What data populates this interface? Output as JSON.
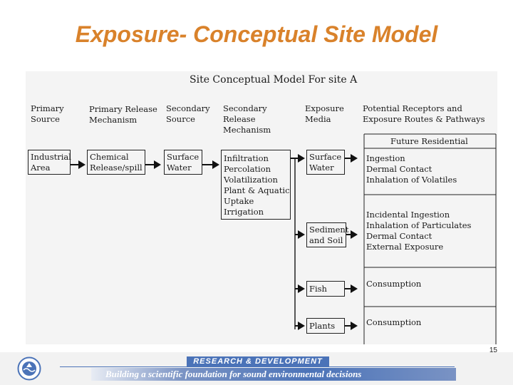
{
  "title": "Exposure- Conceptual Site Model",
  "diagram": {
    "heading": "Site Conceptual Model For site A",
    "columns": {
      "primary_source": [
        "Primary",
        "Source"
      ],
      "primary_release": [
        "Primary Release",
        "Mechanism"
      ],
      "secondary_source": [
        "Secondary",
        "Source"
      ],
      "secondary_release": [
        "Secondary",
        "Release",
        "Mechanism"
      ],
      "exposure_media": [
        "Exposure",
        "Media"
      ],
      "receptors": [
        "Potential Receptors and",
        "Exposure Routes & Pathways"
      ]
    },
    "future_residential": "Future Residential",
    "boxes": {
      "industrial_area": [
        "Industrial",
        "Area"
      ],
      "chemical_release": [
        "Chemical",
        "Release/spill"
      ],
      "surface_water_source": [
        "Surface",
        "Water"
      ],
      "secondary_mechanisms": [
        "Infiltration",
        "Percolation",
        "Volatilization",
        "Plant & Aquatic",
        "Uptake",
        "Irrigation"
      ],
      "surface_water_media": [
        "Surface",
        "Water"
      ],
      "sediment_soil": [
        "Sediment",
        "and Soil"
      ],
      "fish": "Fish",
      "plants": "Plants"
    },
    "pathways": {
      "surface_water": [
        "Ingestion",
        "Dermal Contact",
        "Inhalation of Volatiles"
      ],
      "sediment_soil": [
        "Incidental Ingestion",
        "Inhalation of Particulates",
        "Dermal Contact",
        "External Exposure"
      ],
      "fish": "Consumption",
      "plants": "Consumption"
    }
  },
  "footer": {
    "label": "RESEARCH & DEVELOPMENT",
    "tagline": "Building a scientific foundation for sound environmental decisions"
  },
  "page_number": "15",
  "colors": {
    "title": "#d9822b",
    "footer_blue": "#4b73b8"
  }
}
